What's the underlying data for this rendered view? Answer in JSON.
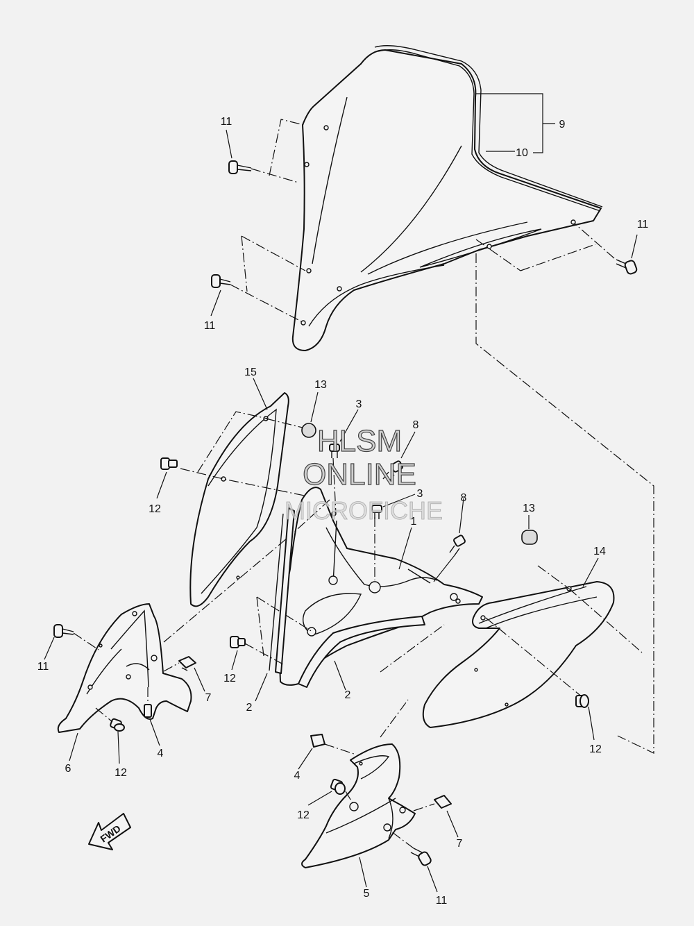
{
  "watermark": {
    "line1": "HLSM",
    "line2": "ONLINE",
    "line3": "MICROFICHE"
  },
  "fwd_arrow": {
    "label": "FWD"
  },
  "callouts": [
    {
      "id": "c9",
      "text": "9"
    },
    {
      "id": "c10",
      "text": "10"
    },
    {
      "id": "c11a",
      "text": "11"
    },
    {
      "id": "c11b",
      "text": "11"
    },
    {
      "id": "c11c",
      "text": "11"
    },
    {
      "id": "c11d",
      "text": "11"
    },
    {
      "id": "c11e",
      "text": "11"
    },
    {
      "id": "c15",
      "text": "15"
    },
    {
      "id": "c13a",
      "text": "13"
    },
    {
      "id": "c3a",
      "text": "3"
    },
    {
      "id": "c8a",
      "text": "8"
    },
    {
      "id": "c3b",
      "text": "3"
    },
    {
      "id": "c8b",
      "text": "8"
    },
    {
      "id": "c12a",
      "text": "12"
    },
    {
      "id": "c1",
      "text": "1"
    },
    {
      "id": "c13b",
      "text": "13"
    },
    {
      "id": "c14",
      "text": "14"
    },
    {
      "id": "c7a",
      "text": "7"
    },
    {
      "id": "c12b",
      "text": "12"
    },
    {
      "id": "c2a",
      "text": "2"
    },
    {
      "id": "c2b",
      "text": "2"
    },
    {
      "id": "c6",
      "text": "6"
    },
    {
      "id": "c12c",
      "text": "12"
    },
    {
      "id": "c4a",
      "text": "4"
    },
    {
      "id": "c12d",
      "text": "12"
    },
    {
      "id": "c4b",
      "text": "4"
    },
    {
      "id": "c12e",
      "text": "12"
    },
    {
      "id": "c7b",
      "text": "7"
    },
    {
      "id": "c5",
      "text": "5"
    }
  ]
}
